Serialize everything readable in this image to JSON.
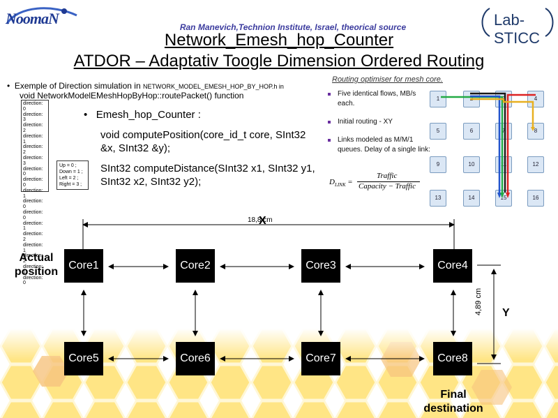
{
  "header": {
    "logo_left": "NoomaN",
    "logo_right": "Lab-STICC",
    "source": "Ran Manevich,Technion Institute, Israel, theorical source",
    "title_line1": "Network_Emesh_hop_Counter",
    "title_line2": "ATDOR – Adaptativ Toogle Dimension Ordered Routing"
  },
  "left": {
    "bullet1_text": "Exemple of Direction simulation in ",
    "bullet1_file": "NETWORK_MODEL_EMESH_HOP_BY_HOP.h",
    "bullet1_in": " in",
    "bullet1_line2": "void NetworkModelEMeshHopByHop::routePacket() function",
    "directions": [
      "direction: 0",
      "direction: 3",
      "direction: 2",
      "direction: 1",
      "direction: 2",
      "direction: 3",
      "direction: 0",
      "direction: 0",
      "direction: 1",
      "direction: 0",
      "direction: 0",
      "direction: 1",
      "direction: 2",
      "direction: 1",
      "direction: 2",
      "direction: 1",
      "direction: 0"
    ],
    "legend": [
      "Up = 0 ;",
      "Down = 1 ;",
      "Left = 2 ;",
      "Right = 3 ;"
    ],
    "emesh_heading": "Emesh_hop_Counter :",
    "emesh_line1": "void computePosition(core_id_t core, SInt32 &x, SInt32 &y);",
    "emesh_line2": "SInt32 computeDistance(SInt32 x1, SInt32 y1, SInt32 x2, SInt32 y2);"
  },
  "right": {
    "title": "Routing optimiser for mesh core.",
    "items": [
      "Five identical flows, MB/s each.",
      "Initial routing - XY",
      "Links modeled as M/M/1 queues. Delay of a single link:"
    ],
    "formula_lhs": "D",
    "formula_sub": "LINK",
    "formula_num": "Traffic",
    "formula_den": "Capacity − Traffic",
    "mesh": [
      "1",
      "2",
      "3",
      "4",
      "5",
      "6",
      "7",
      "8",
      "9",
      "10",
      "11",
      "12",
      "13",
      "14",
      "15",
      "16"
    ],
    "flow_colors": [
      "#1a1a1a",
      "#2255cc",
      "#22aa44",
      "#dd2222",
      "#e8b020"
    ]
  },
  "diagram": {
    "cores": [
      "Core1",
      "Core2",
      "Core3",
      "Core4",
      "Core5",
      "Core6",
      "Core7",
      "Core8"
    ],
    "x_label": "X",
    "x_dim": "18,8 cm",
    "y_label": "Y",
    "y_dim": "4,89 cm",
    "actual_position": "Actual position",
    "final_destination": "Final destination"
  },
  "colors": {
    "honeycomb_light": "#fff1b8",
    "honeycomb": "#ffe27a",
    "honeycomb_orange": "#f7c57a"
  }
}
